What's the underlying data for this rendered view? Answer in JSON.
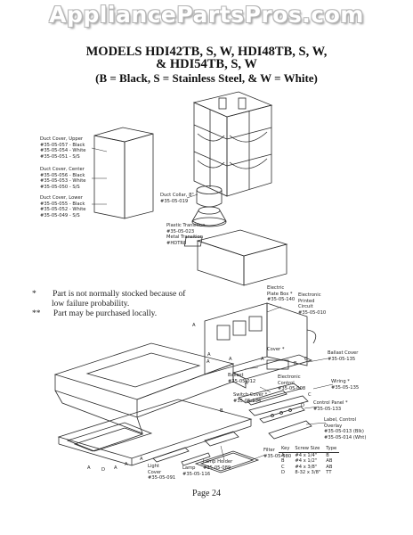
{
  "watermark": "AppliancePartsPros.com",
  "title": {
    "line1": "MODELS HDI42TB, S, W, HDI48TB, S, W,",
    "line2": "& HDI54TB, S, W",
    "line3": "(B = Black, S = Stainless Steel, & W = White)"
  },
  "labels": {
    "duct_cover_upper": [
      "Duct Cover, Upper",
      "#35-05-057 - Black",
      "#35-05-054 - White",
      "#35-05-051 - S/S"
    ],
    "duct_cover_center": [
      "Duct Cover, Center",
      "#35-05-056 - Black",
      "#35-05-053 - White",
      "#35-05-050 - S/S"
    ],
    "duct_cover_lower": [
      "Duct Cover, Lower",
      "#35-05-055 - Black",
      "#35-05-052 - White",
      "#35-05-049 - S/S"
    ],
    "duct_collar": [
      "Duct Collar, 8\"",
      "#35-05-019"
    ],
    "transition": [
      "Plastic Transition",
      "#35-05-023",
      "Metal Transition",
      "#HDTR8"
    ],
    "electric_plate_box": [
      "Electric",
      "Plate Box *",
      "#35-05-140"
    ],
    "electronic_printed_circuit": [
      "Electronic",
      "Printed",
      "Circuit",
      "#35-05-010"
    ],
    "cover": "Cover *",
    "ballast_cover": [
      "Ballast Cover",
      "#35-05-135"
    ],
    "ballast": [
      "Ballast",
      "#35-05-012"
    ],
    "electronic_control": [
      "Electronic",
      "Control",
      "#35-05-008"
    ],
    "wiring": [
      "Wiring *",
      "#35-05-135"
    ],
    "switch_cover": [
      "Switch Cover *",
      "#35-05-134"
    ],
    "control_panel": [
      "Control Panel *",
      "#35-05-133"
    ],
    "label_control_overlay": [
      "Label, Control",
      "Overlay",
      "#35-05-013 (Blk)",
      "#35-05-014 (Wht)"
    ],
    "filter": [
      "Filter",
      "#35-05-080"
    ],
    "lamp_holder": [
      "Lamp Holder",
      "#35-05-089"
    ],
    "lamp": [
      "Lamp",
      "#35-05-116"
    ],
    "light_cover": [
      "Light",
      "Cover",
      "#35-05-091"
    ],
    "letters": [
      "A",
      "A",
      "A",
      "A",
      "B",
      "C",
      "A",
      "C",
      "D",
      "B",
      "A",
      "A",
      "A",
      "D",
      "A",
      "A"
    ]
  },
  "notes": [
    {
      "mark": "*",
      "text": "Part is not normally stocked because of"
    },
    {
      "mark": "",
      "text": "low failure probability."
    },
    {
      "mark": "**",
      "text": "Part may be purchased locally."
    }
  ],
  "key_table": {
    "headers": [
      "Key",
      "Screw Size",
      "Type"
    ],
    "rows": [
      [
        "A",
        "#4 x 1/4\"",
        "B"
      ],
      [
        "B",
        "#4 x 1/2\"",
        "AB"
      ],
      [
        "C",
        "#4 x 3/8\"",
        "AB"
      ],
      [
        "D",
        "8-32 x 3/8\"",
        "TT"
      ]
    ]
  },
  "page": "Page 24"
}
